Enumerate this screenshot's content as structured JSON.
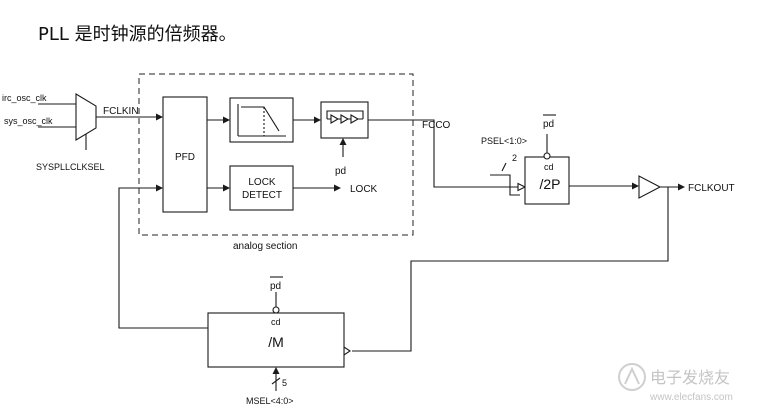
{
  "caption": "PLL 是时钟源的倍频器。",
  "diagram": {
    "inputs": {
      "irc": "irc_osc_clk",
      "sys": "sys_osc_clk"
    },
    "mux_select": "SYSPLLCLKSEL",
    "fclkin": "FCLKIN",
    "pfd": "PFD",
    "lock_detect": {
      "line1": "LOCK",
      "line2": "DETECT"
    },
    "lock_out": "LOCK",
    "pd_cco": "pd",
    "fcco": "FCCO",
    "analog_section": "analog section",
    "psel": "PSEL<1:0>",
    "psel_bits": "2",
    "pd_p": "pd",
    "cd_p": "cd",
    "div_p": "/2P",
    "fclkout": "FCLKOUT",
    "pd_m": "pd",
    "cd_m": "cd",
    "div_m": "/M",
    "msel_bits": "5",
    "msel": "MSEL<4:0>"
  },
  "watermark": {
    "brand": "电子发烧友",
    "url": "www.elecfans.com"
  }
}
